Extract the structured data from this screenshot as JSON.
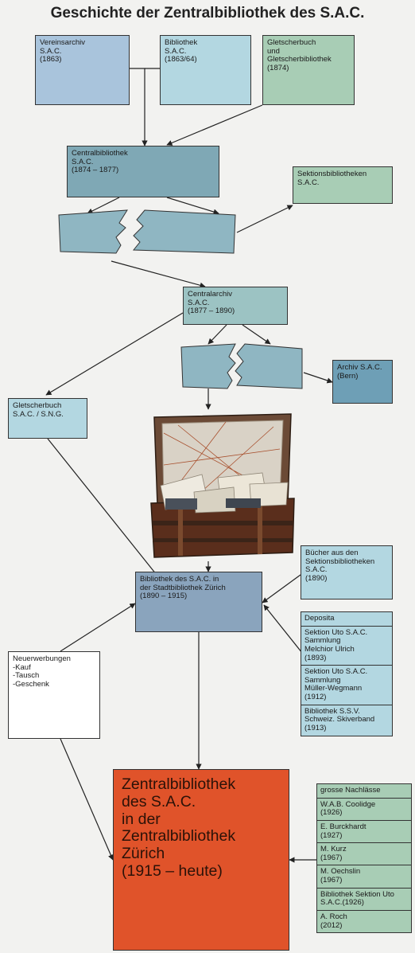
{
  "title": "Geschichte der Zentralbibliothek des S.A.C.",
  "colors": {
    "vereinsarchiv": "#a9c4dc",
    "bibliothek": "#b3d7e1",
    "gletscherbuch": "#a8cdb5",
    "central": "#7fa8b5",
    "sektionsbibliotheken": "#a8cdb5",
    "archiv_bern": "#6e9fb6",
    "stadtbibliothek": "#8aa4bd",
    "deposita": "#b3d7e1",
    "zentral": "#e0532a",
    "nachlaesse": "#a8cdb5"
  },
  "nodes": {
    "vereinsarchiv": "Vereinsarchiv\nS.A.C.\n(1863)",
    "bibliothek": "Bibliothek\nS.A.C.\n(1863/64)",
    "gletscherbuch_bibliothek": "Gletscherbuch\nund\nGletscherbibliothek\n(1874)",
    "centralbibliothek": "Centralbibliothek\nS.A.C.\n(1874 – 1877)",
    "sektionsbibliotheken": "Sektionsbibliotheken\nS.A.C.",
    "centralarchiv": "Centralarchiv\nS.A.C.\n(1877 – 1890)",
    "archiv_bern": "Archiv S.A.C.\n(Bern)",
    "gletscherbuch_sng": "Gletscherbuch\nS.A.C. / S.N.G.",
    "buecher_sektionen": "Bücher aus den\nSektionsbibliotheken\nS.A.C.\n(1890)",
    "stadtbibliothek": "Bibliothek des S.A.C. in\nder Stadtbibliothek Zürich\n(1890 – 1915)",
    "neuerwerbungen": "Neuerwerbungen\n-Kauf\n-Tausch\n-Geschenk",
    "zentralbibliothek": "Zentralbibliothek\ndes S.A.C.\nin der\nZentralbibliothek\nZürich\n(1915 – heute)"
  },
  "deposita": {
    "header": "Deposita",
    "items": [
      "Sektion Uto S.A.C.\nSammlung\nMelchior Ulrich\n(1893)",
      "Sektion Uto S.A.C.\nSammlung\nMüller-Wegmann\n(1912)",
      "Bibliothek S.S.V.\nSchweiz. Skiverband\n(1913)"
    ]
  },
  "nachlaesse": {
    "header": "grosse Nachlässe",
    "items": [
      "W.A.B. Coolidge\n(1926)",
      "E. Burckhardt\n(1927)",
      "M. Kurz\n(1967)",
      "M. Oechslin\n(1967)",
      "Bibliothek Sektion Uto\nS.A.C.(1926)",
      "A. Roch\n(2012)"
    ]
  }
}
